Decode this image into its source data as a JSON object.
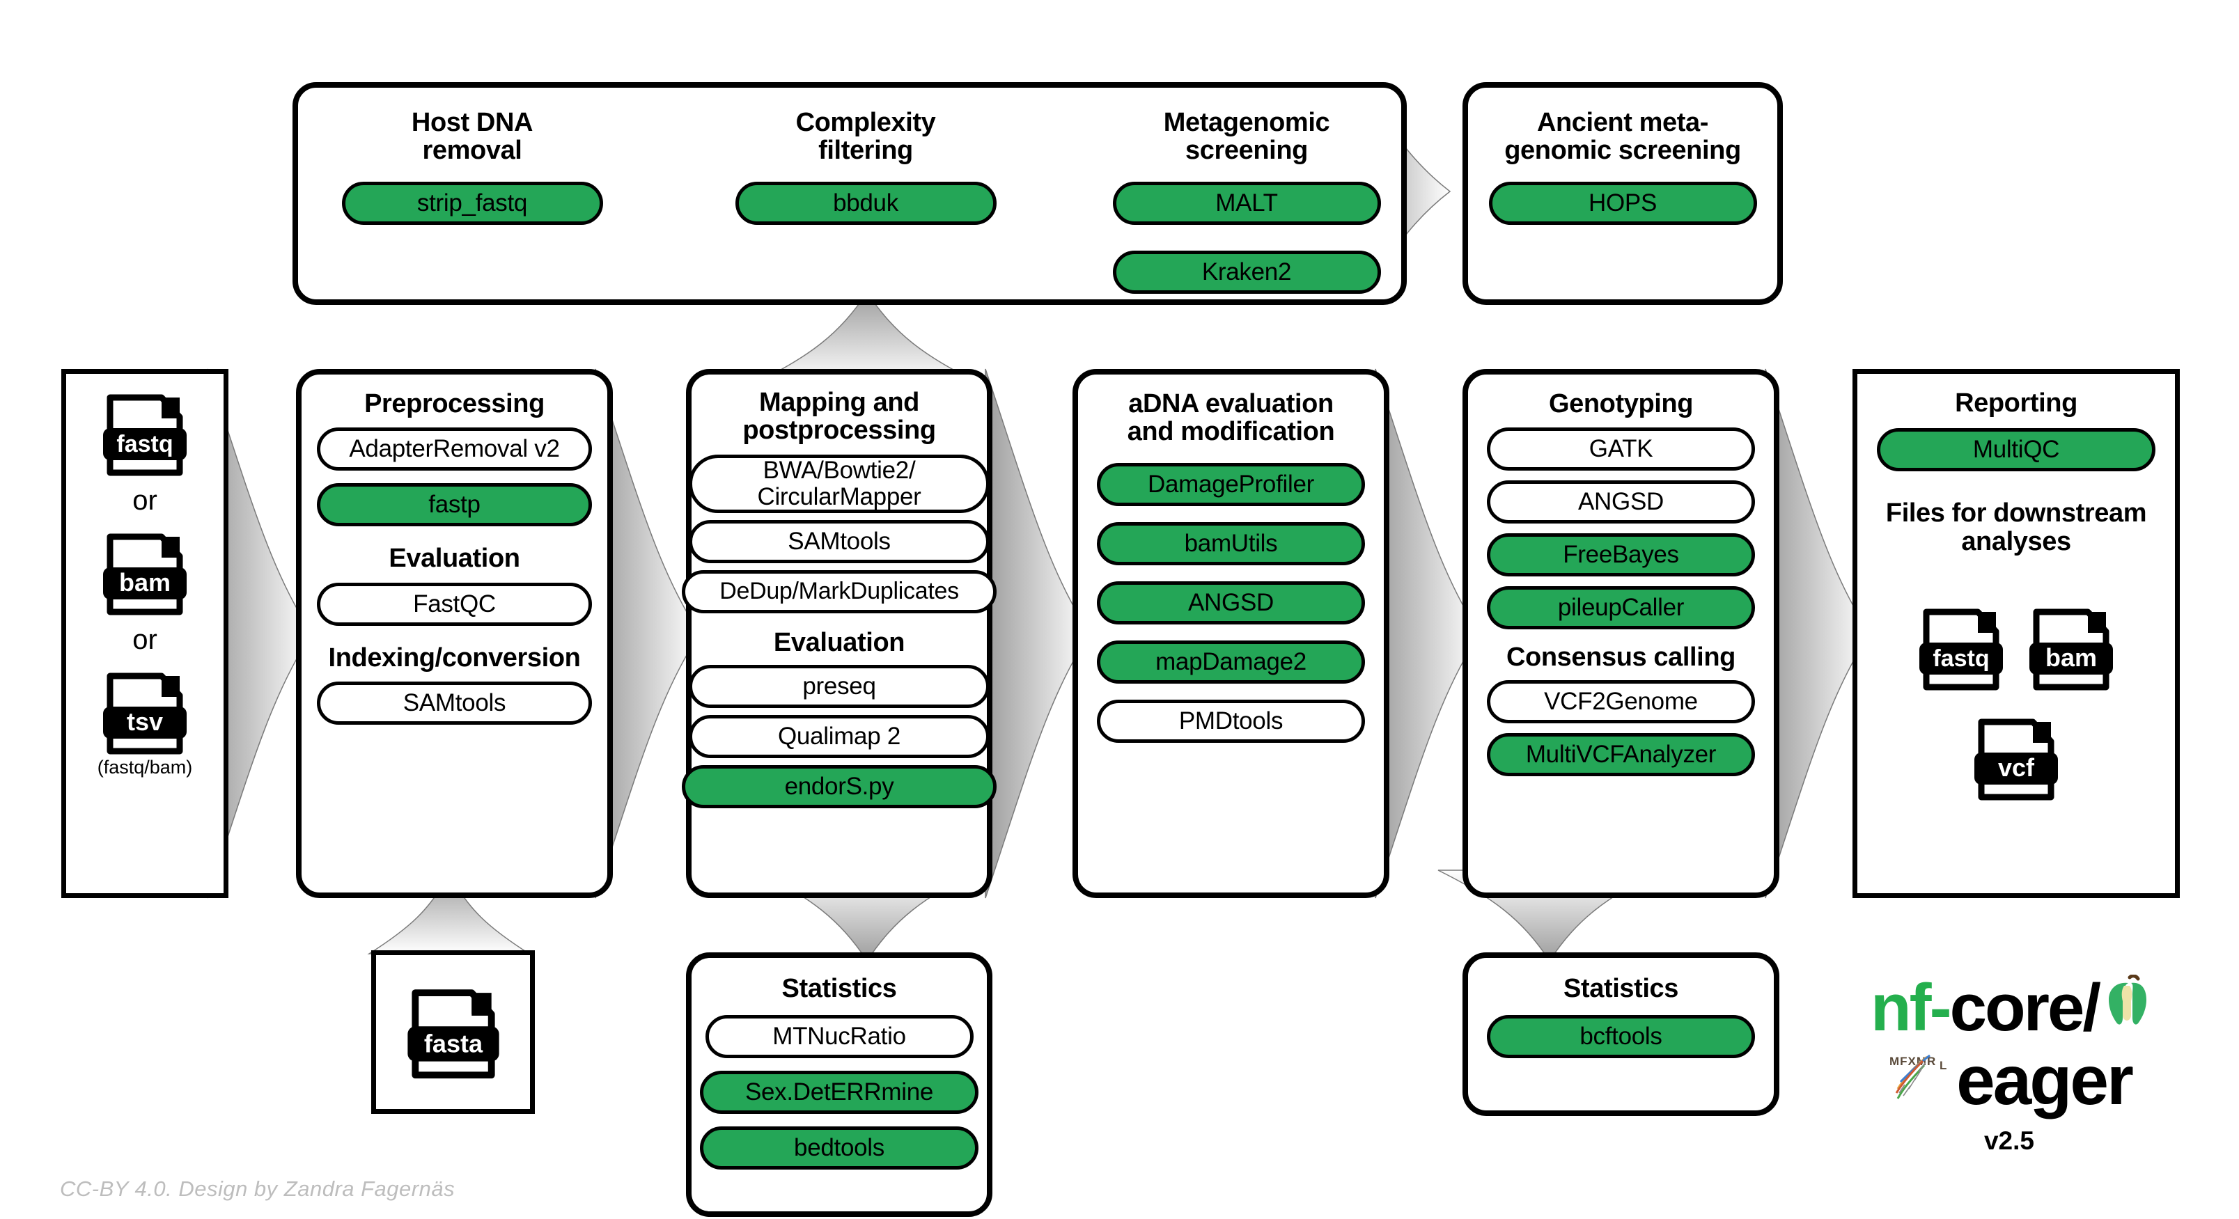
{
  "diagram": {
    "title": "nf-core/eager pipeline overview",
    "credit": "CC-BY 4.0. Design by Zandra Fagernäs",
    "accent_green": "#24a657",
    "logo": {
      "nf": "nf-",
      "core": "core/",
      "eager": "eager",
      "version": "v2.5",
      "apple_icon": "apple-core-icon",
      "dna_icon": "dna-helix-icon"
    }
  },
  "input": {
    "files": [
      {
        "label": "fastq",
        "icon": "file-fastq-icon"
      },
      {
        "label": "bam",
        "icon": "file-bam-icon"
      },
      {
        "label": "tsv",
        "icon": "file-tsv-icon"
      }
    ],
    "or_1": "or",
    "or_2": "or",
    "note": "(fastq/bam)"
  },
  "screening_group": {
    "stages": [
      {
        "title": "Host DNA\nremoval",
        "tools": [
          {
            "name": "strip_fastq",
            "highlight": true
          }
        ]
      },
      {
        "title": "Complexity\nfiltering",
        "tools": [
          {
            "name": "bbduk",
            "highlight": true
          }
        ]
      },
      {
        "title": "Metagenomic\nscreening",
        "tools": [
          {
            "name": "MALT",
            "highlight": true
          },
          {
            "name": "Kraken2",
            "highlight": true
          }
        ]
      }
    ]
  },
  "ancient_screening": {
    "title": "Ancient meta-\ngenomic screening",
    "tools": [
      {
        "name": "HOPS",
        "highlight": true
      }
    ]
  },
  "preprocessing": {
    "title": "Preprocessing",
    "tools": [
      {
        "name": "AdapterRemoval v2",
        "highlight": false
      },
      {
        "name": "fastp",
        "highlight": true
      }
    ],
    "sub_heading_1": "Evaluation",
    "tools_eval": [
      {
        "name": "FastQC",
        "highlight": false
      }
    ],
    "sub_heading_2": "Indexing/conversion",
    "tools_index": [
      {
        "name": "SAMtools",
        "highlight": false
      }
    ]
  },
  "reference": {
    "file": {
      "label": "fasta",
      "icon": "file-fasta-icon"
    }
  },
  "mapping": {
    "title": "Mapping and\npostprocessing",
    "tools": [
      {
        "name": "BWA/Bowtie2/\nCircularMapper",
        "highlight": false
      },
      {
        "name": "SAMtools",
        "highlight": false
      },
      {
        "name": "DeDup/MarkDuplicates",
        "highlight": false
      }
    ],
    "sub_heading": "Evaluation",
    "tools_eval": [
      {
        "name": "preseq",
        "highlight": false
      },
      {
        "name": "Qualimap 2",
        "highlight": false
      },
      {
        "name": "endorS.py",
        "highlight": true
      }
    ]
  },
  "statistics_left": {
    "title": "Statistics",
    "tools": [
      {
        "name": "MTNucRatio",
        "highlight": false
      },
      {
        "name": "Sex.DetERRmine",
        "highlight": true
      },
      {
        "name": "bedtools",
        "highlight": true
      }
    ]
  },
  "adna": {
    "title": "aDNA evaluation\nand modification",
    "tools": [
      {
        "name": "DamageProfiler",
        "highlight": true
      },
      {
        "name": "bamUtils",
        "highlight": true
      },
      {
        "name": "ANGSD",
        "highlight": true
      },
      {
        "name": "mapDamage2",
        "highlight": true
      },
      {
        "name": "PMDtools",
        "highlight": false
      }
    ]
  },
  "genotyping": {
    "title": "Genotyping",
    "tools": [
      {
        "name": "GATK",
        "highlight": false
      },
      {
        "name": "ANGSD",
        "highlight": false
      },
      {
        "name": "FreeBayes",
        "highlight": true
      },
      {
        "name": "pileupCaller",
        "highlight": true
      }
    ],
    "sub_heading": "Consensus calling",
    "tools_consensus": [
      {
        "name": "VCF2Genome",
        "highlight": false
      },
      {
        "name": "MultiVCFAnalyzer",
        "highlight": true
      }
    ]
  },
  "statistics_right": {
    "title": "Statistics",
    "tools": [
      {
        "name": "bcftools",
        "highlight": true
      }
    ]
  },
  "reporting": {
    "title": "Reporting",
    "tools": [
      {
        "name": "MultiQC",
        "highlight": true
      }
    ],
    "downstream_heading": "Files for downstream\nanalyses",
    "files": [
      {
        "label": "fastq",
        "icon": "file-fastq-icon"
      },
      {
        "label": "bam",
        "icon": "file-bam-icon"
      },
      {
        "label": "vcf",
        "icon": "file-vcf-icon"
      }
    ]
  }
}
